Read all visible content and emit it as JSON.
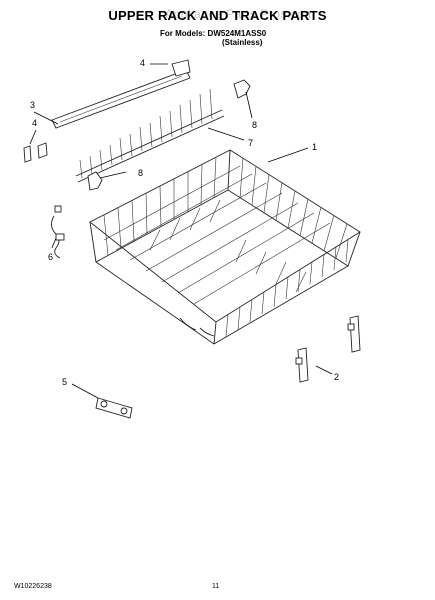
{
  "header": {
    "title": "UPPER RACK AND TRACK PARTS",
    "watermark": "Appliance Parts Pros.com",
    "models_label": "For Models: DW524M1ASS0",
    "variant": "(Stainless)"
  },
  "callouts": {
    "c1": "1",
    "c2": "2",
    "c3": "3",
    "c4a": "4",
    "c4b": "4",
    "c5": "5",
    "c6": "6",
    "c7": "7",
    "c8a": "8",
    "c8b": "8"
  },
  "footer": {
    "doc_number": "W10226238",
    "page_number": "11"
  }
}
